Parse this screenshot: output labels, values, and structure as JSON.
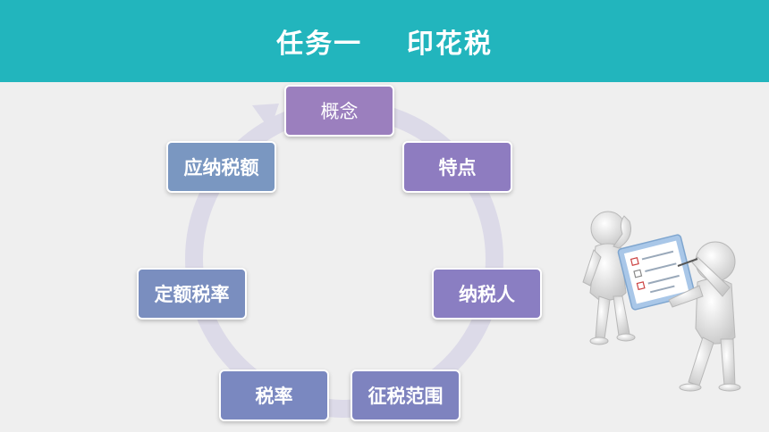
{
  "slide": {
    "title": "任务一    印花税"
  },
  "cycle": {
    "items": [
      {
        "label": "概念",
        "color": "#9b7fbe"
      },
      {
        "label": "特点",
        "color": "#8e7cc0"
      },
      {
        "label": "纳税人",
        "color": "#8a7ec2"
      },
      {
        "label": "征税范围",
        "color": "#7e83bf"
      },
      {
        "label": "税率",
        "color": "#7a88c0"
      },
      {
        "label": "定额税率",
        "color": "#7a8ebf"
      },
      {
        "label": "应纳税额",
        "color": "#7a97c1"
      }
    ]
  },
  "colors": {
    "title_bar": "#22b5bd",
    "background": "#efefef",
    "ring": "#dcdae8"
  }
}
